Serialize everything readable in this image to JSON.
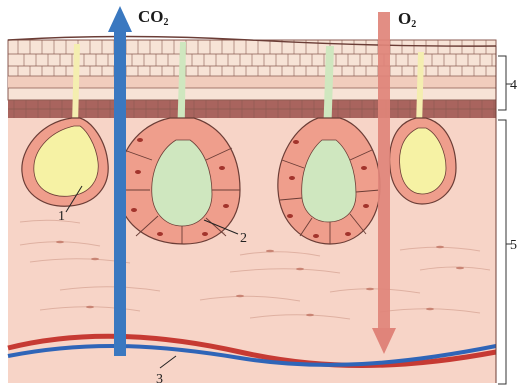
{
  "diagram": {
    "gas_out": {
      "symbol": "CO",
      "subscript": "2"
    },
    "gas_in": {
      "symbol": "O",
      "subscript": "2"
    },
    "labels": {
      "gland_mucous": "1",
      "gland_granular": "2",
      "vessels": "3",
      "epidermis": "4",
      "dermis": "5"
    },
    "colors": {
      "co2_arrow": "#3a78c0",
      "o2_arrow": "#e0847a",
      "epidermis_top": "#f7dfd2",
      "epidermis_dark_band": "#a9645e",
      "dermis": "#f7d4c7",
      "gland_cells": "#ef9e8c",
      "mucous_lumen": "#f6f2a4",
      "granular_lumen": "#cfe7bf",
      "artery": "#c63a33",
      "vein": "#2f65b8"
    }
  }
}
